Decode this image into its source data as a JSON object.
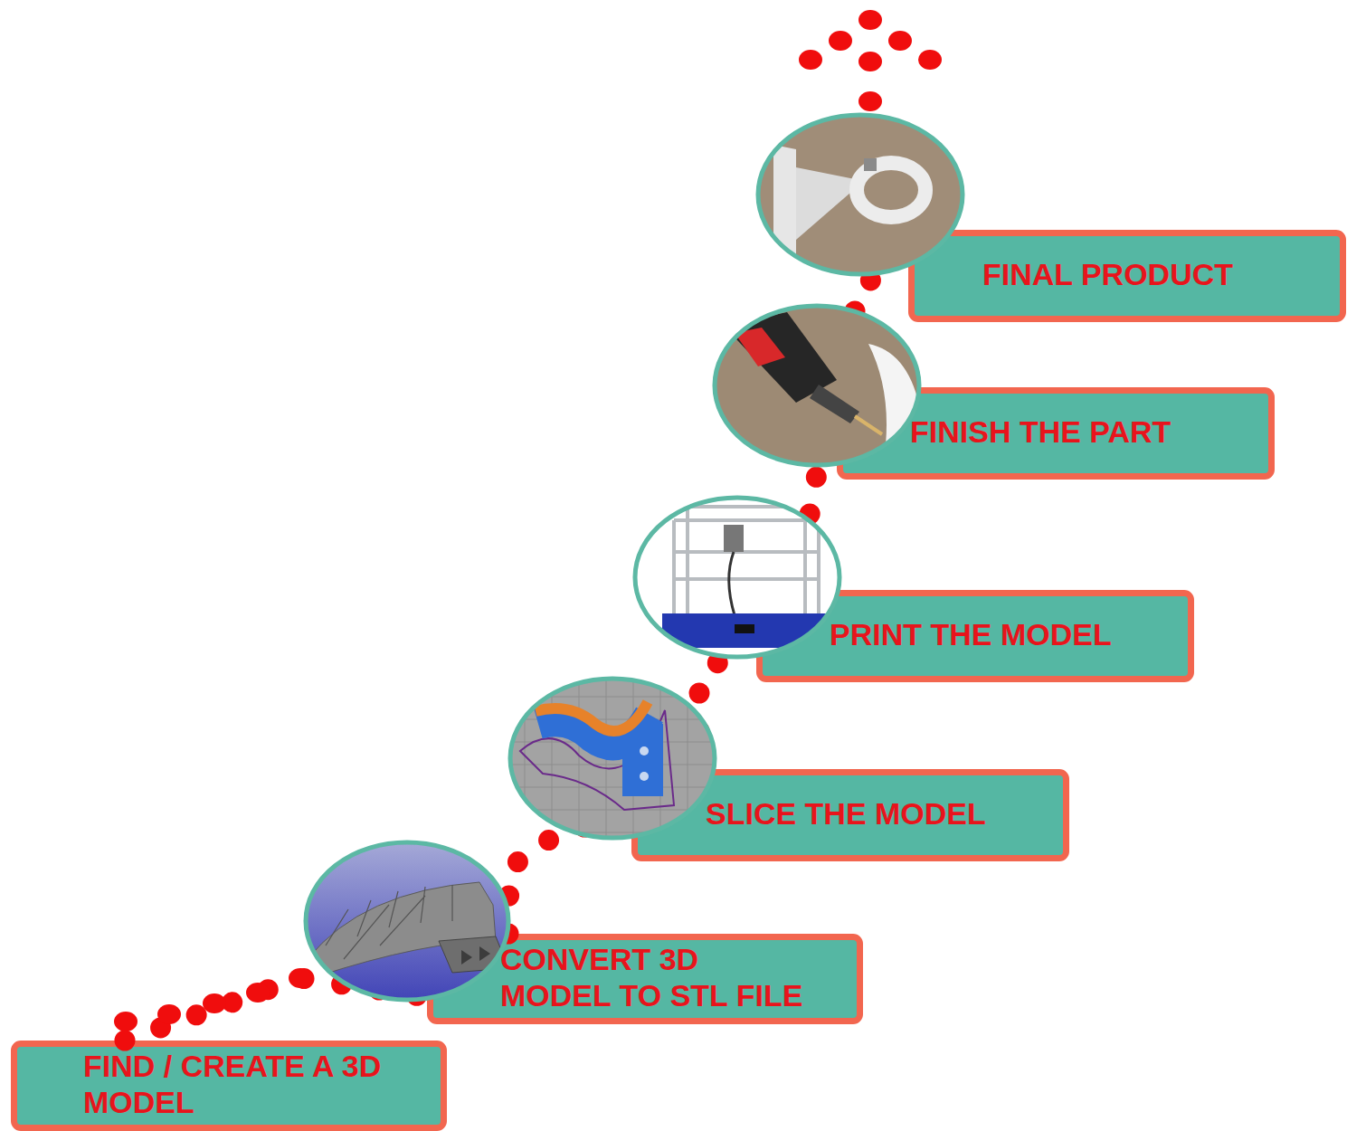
{
  "diagram": {
    "nodes": [
      {
        "text": [
          "FIND / CREATE A 3D MODEL"
        ]
      },
      {
        "text": [
          "CONVERT 3D MODEL TO STL FILE"
        ]
      },
      {
        "text": [
          "SLICE THE MODEL"
        ]
      },
      {
        "text": [
          "PRINT THE MODEL"
        ]
      },
      {
        "text": [
          "FINISH THE PART"
        ]
      },
      {
        "text": [
          "FINAL PRODUCT"
        ]
      }
    ],
    "edges": [
      {
        "from": 0,
        "to": 1,
        "arrow": "none"
      },
      {
        "from": 1,
        "to": 2,
        "arrow": "none"
      },
      {
        "from": 2,
        "to": 3,
        "arrow": "none"
      },
      {
        "from": 3,
        "to": 4,
        "arrow": "none"
      },
      {
        "from": 4,
        "to": 5,
        "arrow": "none"
      }
    ]
  }
}
